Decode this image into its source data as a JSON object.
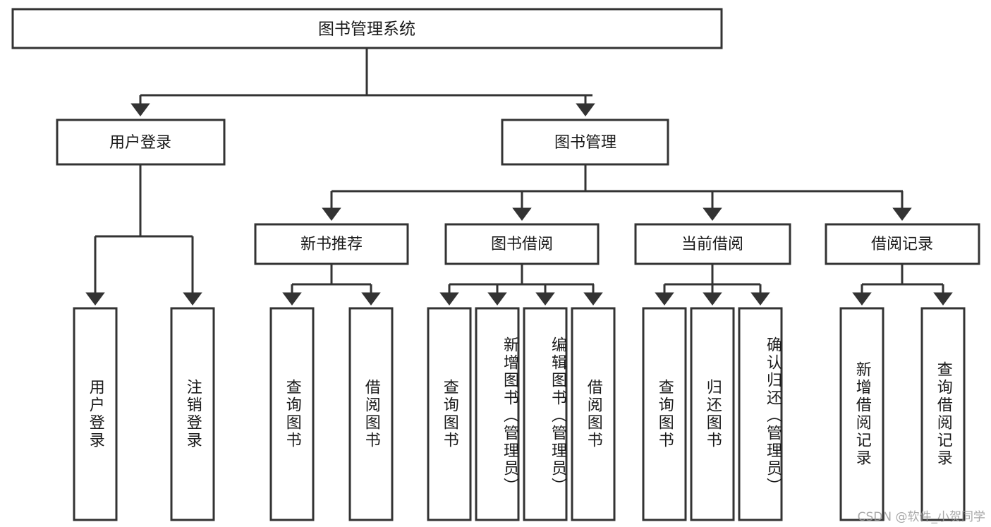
{
  "diagram": {
    "title": "图书管理系统",
    "type": "tree",
    "orientation": "top-down",
    "colors": {
      "box_fill": "#ffffff",
      "box_stroke": "#333333",
      "text": "#1a1a1a",
      "watermark": "#9a9a9a"
    },
    "root": {
      "label": "图书管理系统"
    },
    "level2": [
      {
        "label": "用户登录"
      },
      {
        "label": "图书管理"
      }
    ],
    "level3": [
      {
        "label": "新书推荐"
      },
      {
        "label": "图书借阅"
      },
      {
        "label": "当前借阅"
      },
      {
        "label": "借阅记录"
      }
    ],
    "leaves": {
      "user_login": [
        {
          "label": "用户登录"
        },
        {
          "label": "注销登录"
        }
      ],
      "new_book": [
        {
          "label": "查询图书"
        },
        {
          "label": "借阅图书"
        }
      ],
      "book_borrow": [
        {
          "label": "查询图书"
        },
        {
          "label": "新增图书（管理员）"
        },
        {
          "label": "编辑图书（管理员）"
        },
        {
          "label": "借阅图书"
        }
      ],
      "current_borrow": [
        {
          "label": "查询图书"
        },
        {
          "label": "归还图书"
        },
        {
          "label": "确认归还（管理员）"
        }
      ],
      "borrow_record": [
        {
          "label": "新增借阅记录"
        },
        {
          "label": "查询借阅记录"
        }
      ]
    }
  },
  "watermark": {
    "text": "CSDN @软件_小贺同学"
  }
}
